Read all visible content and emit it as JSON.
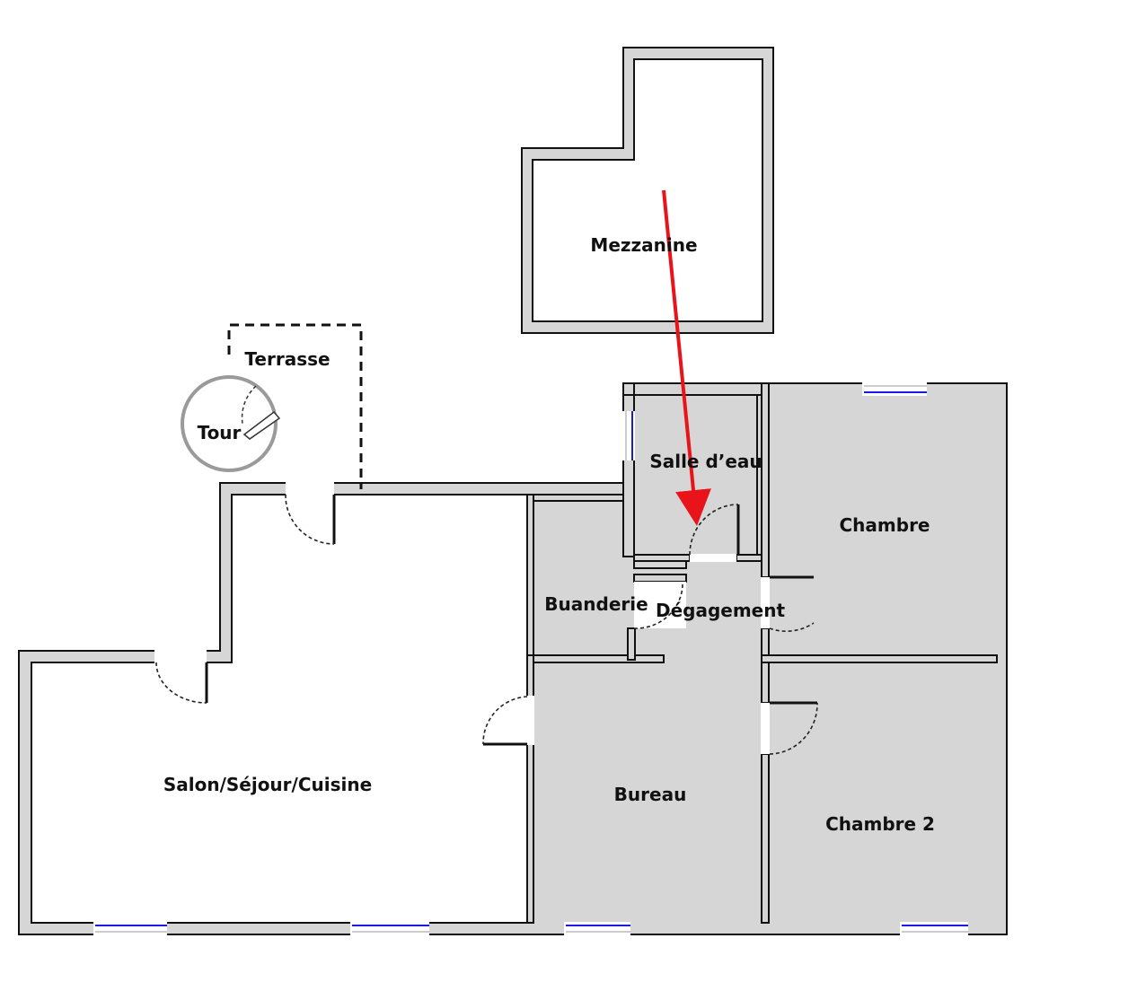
{
  "rooms": {
    "mezzanine": "Mezzanine",
    "terrasse": "Terrasse",
    "tour": "Tour",
    "salle_eau": "Salle d’eau",
    "chambre": "Chambre",
    "buanderie": "Buanderie",
    "degagement": "Dégagement",
    "salon": "Salon/Séjour/Cuisine",
    "bureau": "Bureau",
    "chambre2": "Chambre 2"
  },
  "colors": {
    "arrow": "#e8141a",
    "window": "#1a1ae6",
    "wall_fill": "#d6d6d6"
  }
}
